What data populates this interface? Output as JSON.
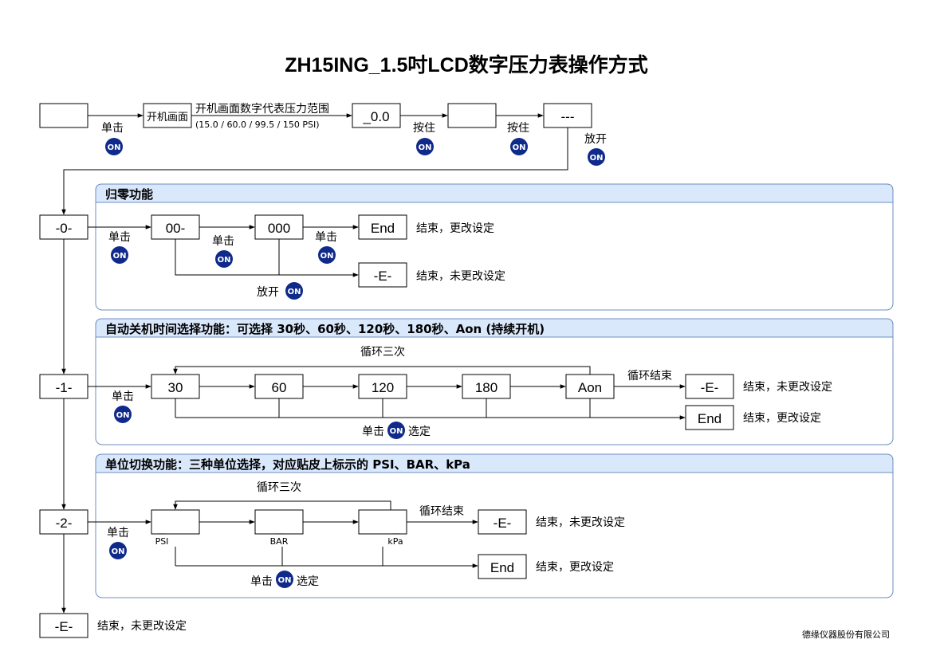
{
  "title": "ZH15ING_1.5吋LCD数字压力表操作方式",
  "company": "德缘仪器股份有限公司",
  "on_icon": "ON",
  "colors": {
    "on_fill": "#0f2a8a",
    "panel_header": "#dae8fc",
    "panel_border": "#6c8ebf"
  },
  "top": {
    "click": "单击",
    "boot_screen": "开机画面",
    "boot_desc": "开机画面数字代表压力范围",
    "boot_range": "(15.0 / 60.0 / 99.5 / 150 PSI)",
    "display_zero": "_0.0",
    "hold_1": "按住",
    "hold_2": "按住",
    "dashes": "---",
    "release": "放开"
  },
  "left": {
    "m0": "-0-",
    "m1": "-1-",
    "m2": "-2-",
    "mE": "-E-",
    "mE_note": "结束，未更改设定"
  },
  "zero": {
    "header": "归零功能",
    "click_1": "单击",
    "click_2": "单击",
    "click_3": "单击",
    "s1": "00-",
    "s2": "000",
    "end": "End",
    "end_note": "结束，更改设定",
    "err": "-E-",
    "err_note": "结束，未更改设定",
    "release": "放开"
  },
  "auto_off": {
    "header": "自动关机时间选择功能：可选择 30秒、60秒、120秒、180秒、Aon (持续开机)",
    "cycle": "循环三次",
    "click": "单击",
    "options": [
      "30",
      "60",
      "120",
      "180",
      "Aon"
    ],
    "cycle_end": "循环结束",
    "err": "-E-",
    "err_note": "结束，未更改设定",
    "end": "End",
    "end_note": "结束，更改设定",
    "select_pre": "单击",
    "select_post": "选定"
  },
  "unit": {
    "header": "单位切换功能：三种单位选择，对应贴皮上标示的 PSI、BAR、kPa",
    "cycle": "循环三次",
    "click": "单击",
    "box_mark": "_",
    "units": [
      "PSI",
      "BAR",
      "kPa"
    ],
    "cycle_end": "循环结束",
    "err": "-E-",
    "err_note": "结束，未更改设定",
    "end": "End",
    "end_note": "结束，更改设定",
    "select_pre": "单击",
    "select_post": "选定"
  }
}
